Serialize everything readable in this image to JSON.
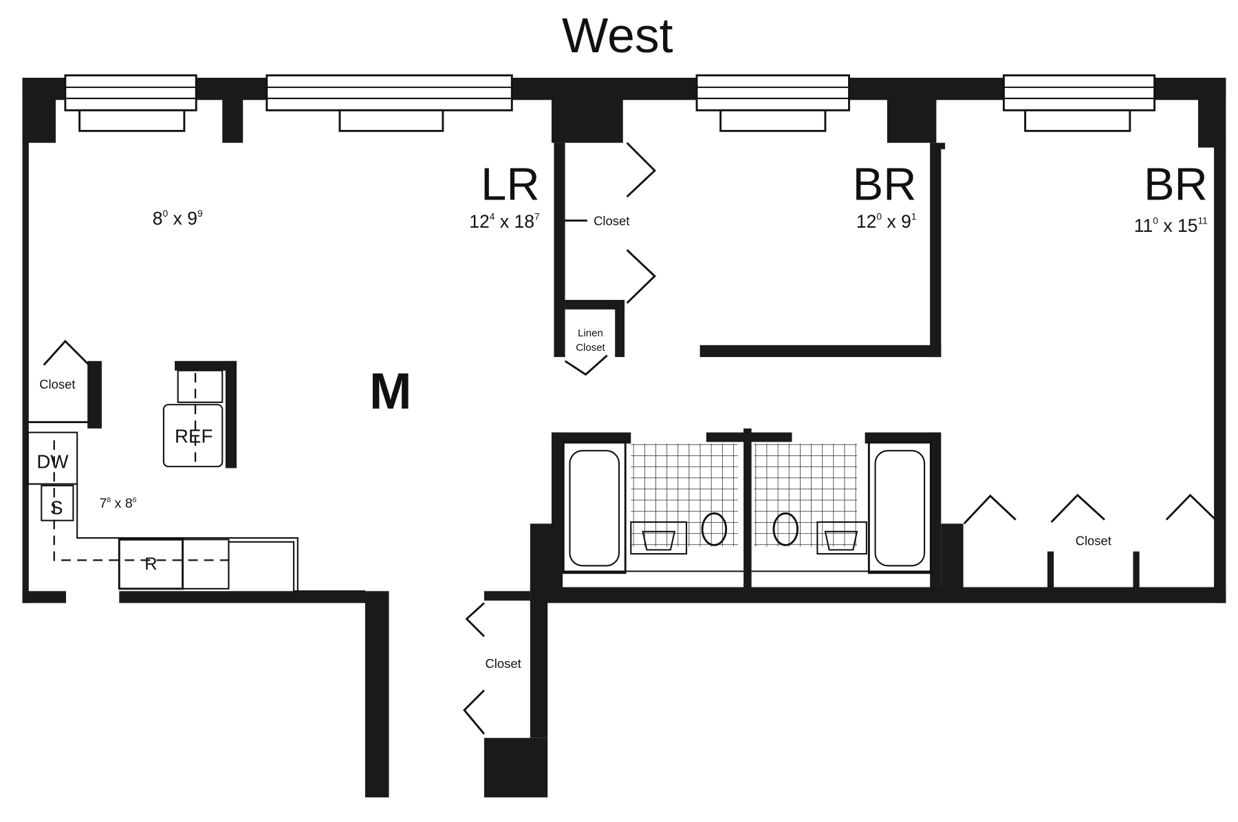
{
  "title": "West",
  "rooms": {
    "living_room": {
      "label": "LR",
      "dim_a": "12",
      "dim_a_sup": "4",
      "dim_b": "18",
      "dim_b_sup": "7"
    },
    "bedroom_1": {
      "label": "BR",
      "dim_a": "12",
      "dim_a_sup": "0",
      "dim_b": "9",
      "dim_b_sup": "1"
    },
    "bedroom_2": {
      "label": "BR",
      "dim_a": "11",
      "dim_a_sup": "0",
      "dim_b": "15",
      "dim_b_sup": "11"
    },
    "dining": {
      "dim_a": "8",
      "dim_a_sup": "0",
      "dim_b": "9",
      "dim_b_sup": "9"
    },
    "kitchen": {
      "dim_a": "7",
      "dim_a_sup": "8",
      "dim_b": "8",
      "dim_b_sup": "6"
    },
    "main_label": "M"
  },
  "closets": {
    "lr_closet": "Closet",
    "linen_line1": "Linen",
    "linen_line2": "Closet",
    "kitchen_closet": "Closet",
    "br2_closet": "Closet",
    "hall_closet": "Closet"
  },
  "appliances": {
    "dishwasher": "DW",
    "sink": "S",
    "refrigerator": "REF",
    "range": "R"
  }
}
